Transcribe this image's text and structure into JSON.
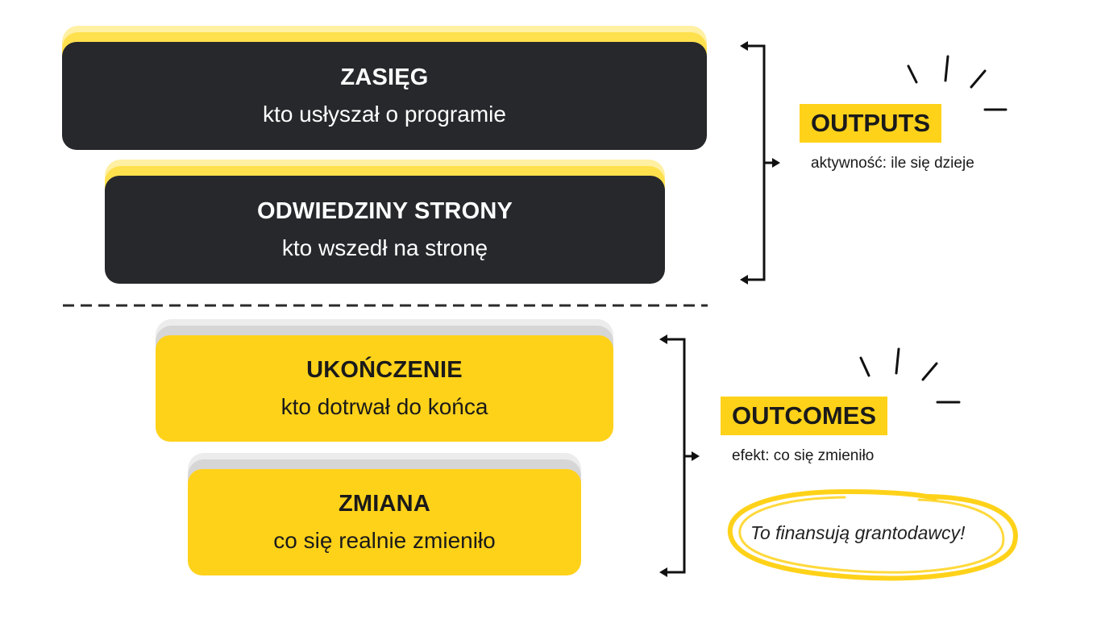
{
  "blocks": [
    {
      "title": "ZASIĘG",
      "subtitle": "kto usłyszał o programie"
    },
    {
      "title": "ODWIEDZINY STRONY",
      "subtitle": "kto wszedł na stronę"
    },
    {
      "title": "UKOŃCZENIE",
      "subtitle": "kto dotrwał do końca"
    },
    {
      "title": "ZMIANA",
      "subtitle": "co się realnie zmieniło"
    }
  ],
  "outputs": {
    "label": "OUTPUTS",
    "description": "aktywność: ile się dzieje"
  },
  "outcomes": {
    "label": "OUTCOMES",
    "description": "efekt: co się zmieniło"
  },
  "note": "To finansują grantodawcy!",
  "colors": {
    "dark": "#26282c",
    "yellow": "#ffd21a",
    "pale_yellow": "#fff0a3",
    "grey": "#d6d6d6"
  }
}
